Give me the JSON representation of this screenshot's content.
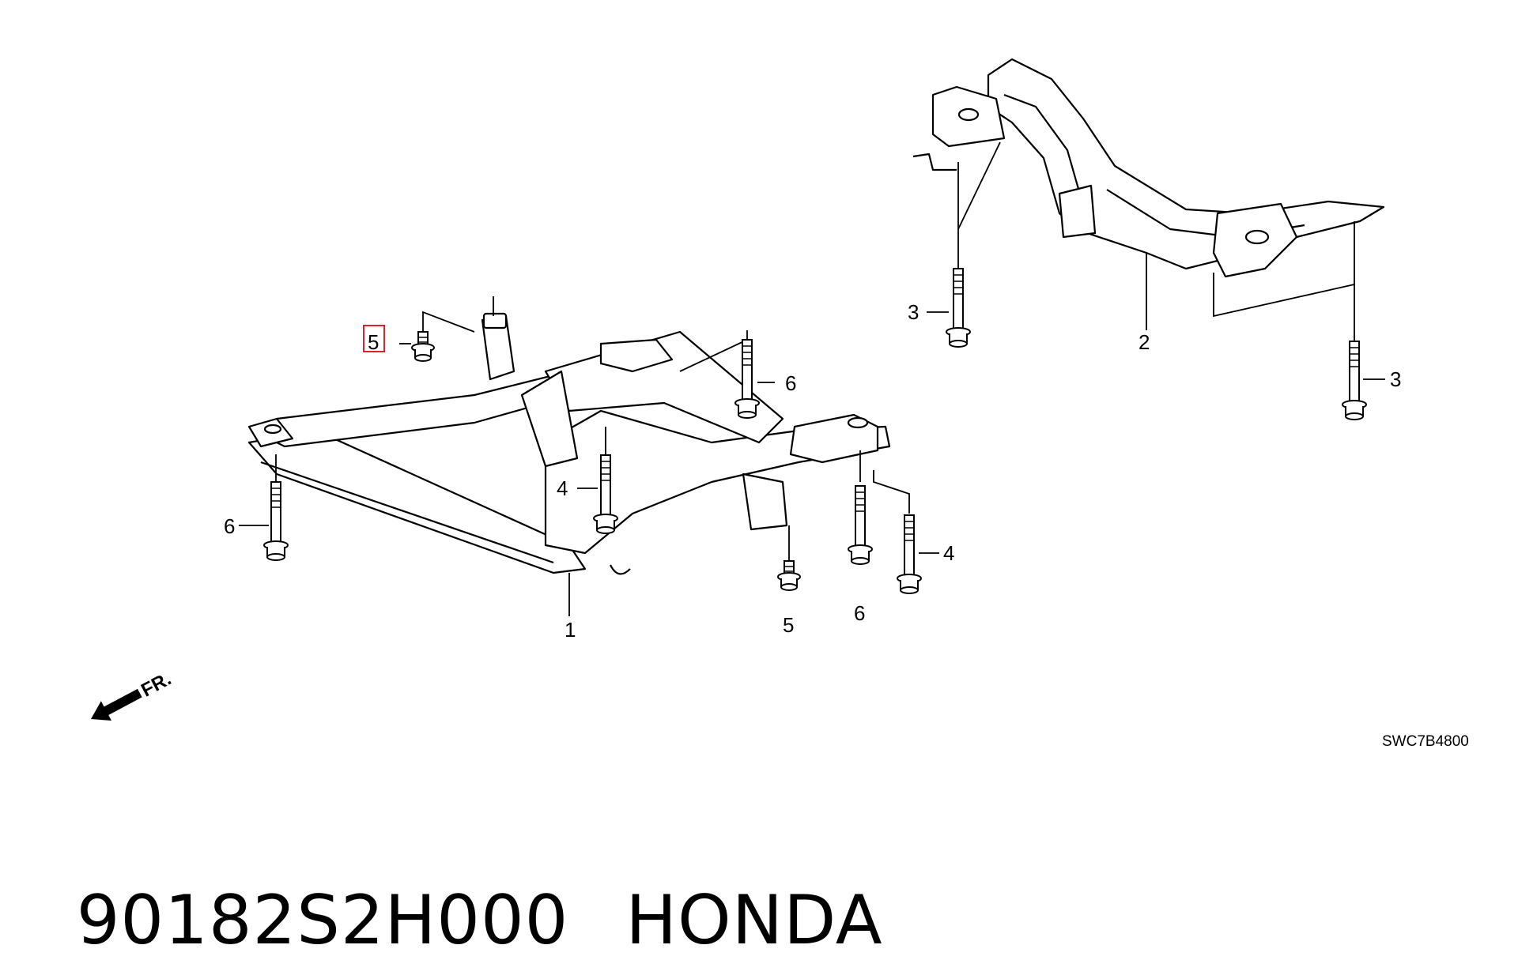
{
  "diagram": {
    "callouts": {
      "c1": "1",
      "c2": "2",
      "c3a": "3",
      "c3b": "3",
      "c4a": "4",
      "c4b": "4",
      "c5a": "5",
      "c5b": "5",
      "c6a": "6",
      "c6b": "6",
      "c6c": "6"
    },
    "direction_label": "FR.",
    "diagram_code": "SWC7B4800",
    "highlighted_callout": "5"
  },
  "footer": {
    "part_number": "90182S2H000",
    "brand": "HONDA"
  },
  "colors": {
    "line": "#000000",
    "highlight": "#e0202a",
    "background": "#ffffff"
  }
}
